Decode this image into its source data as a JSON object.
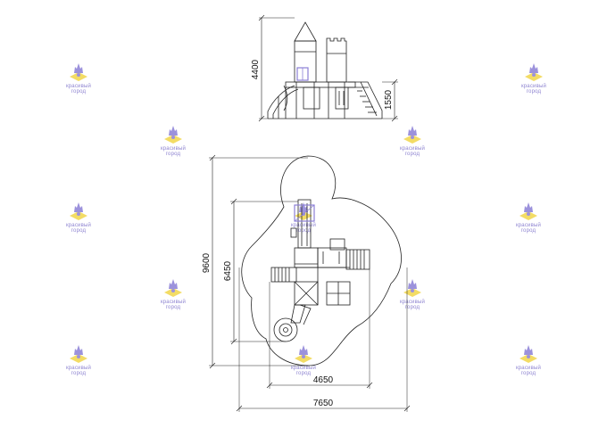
{
  "dimensions": {
    "elevation_height": "4400",
    "elevation_platform_height": "1550",
    "plan_depth_total": "9600",
    "plan_depth_inner": "6450",
    "plan_width_inner": "4650",
    "plan_width_total": "7650"
  },
  "watermark": {
    "line1": "красивый",
    "line2": "город",
    "colors": {
      "yellow": "#f2d64b",
      "purple": "#8b7fd6"
    },
    "icon": "castle-logo-icon"
  }
}
